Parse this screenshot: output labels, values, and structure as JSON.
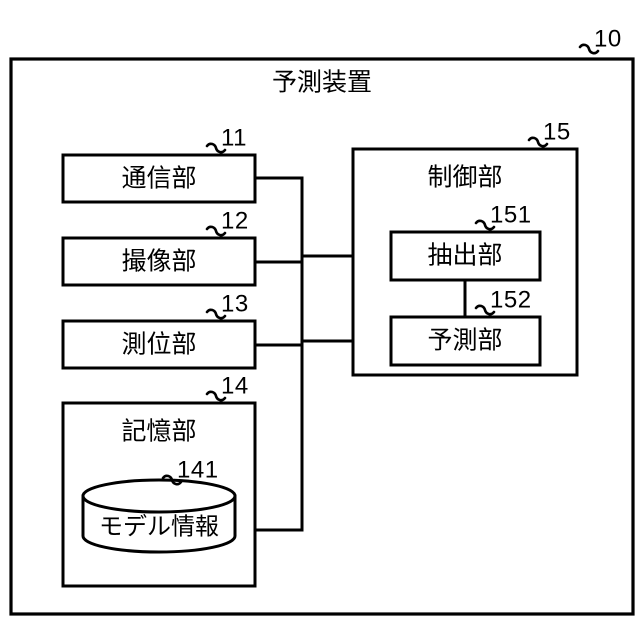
{
  "figure": {
    "device_title": "予測装置",
    "device_ref": "10"
  },
  "blocks": {
    "communication": {
      "label": "通信部",
      "ref": "11"
    },
    "imaging": {
      "label": "撮像部",
      "ref": "12"
    },
    "positioning": {
      "label": "測位部",
      "ref": "13"
    },
    "storage": {
      "label": "記憶部",
      "ref": "14"
    },
    "model_info": {
      "label": "モデル情報",
      "ref": "141"
    },
    "control": {
      "label": "制御部",
      "ref": "15"
    },
    "extraction": {
      "label": "抽出部",
      "ref": "151"
    },
    "prediction": {
      "label": "予測部",
      "ref": "152"
    }
  },
  "style": {
    "line_color": "#000000",
    "fill_color": "#ffffff"
  }
}
